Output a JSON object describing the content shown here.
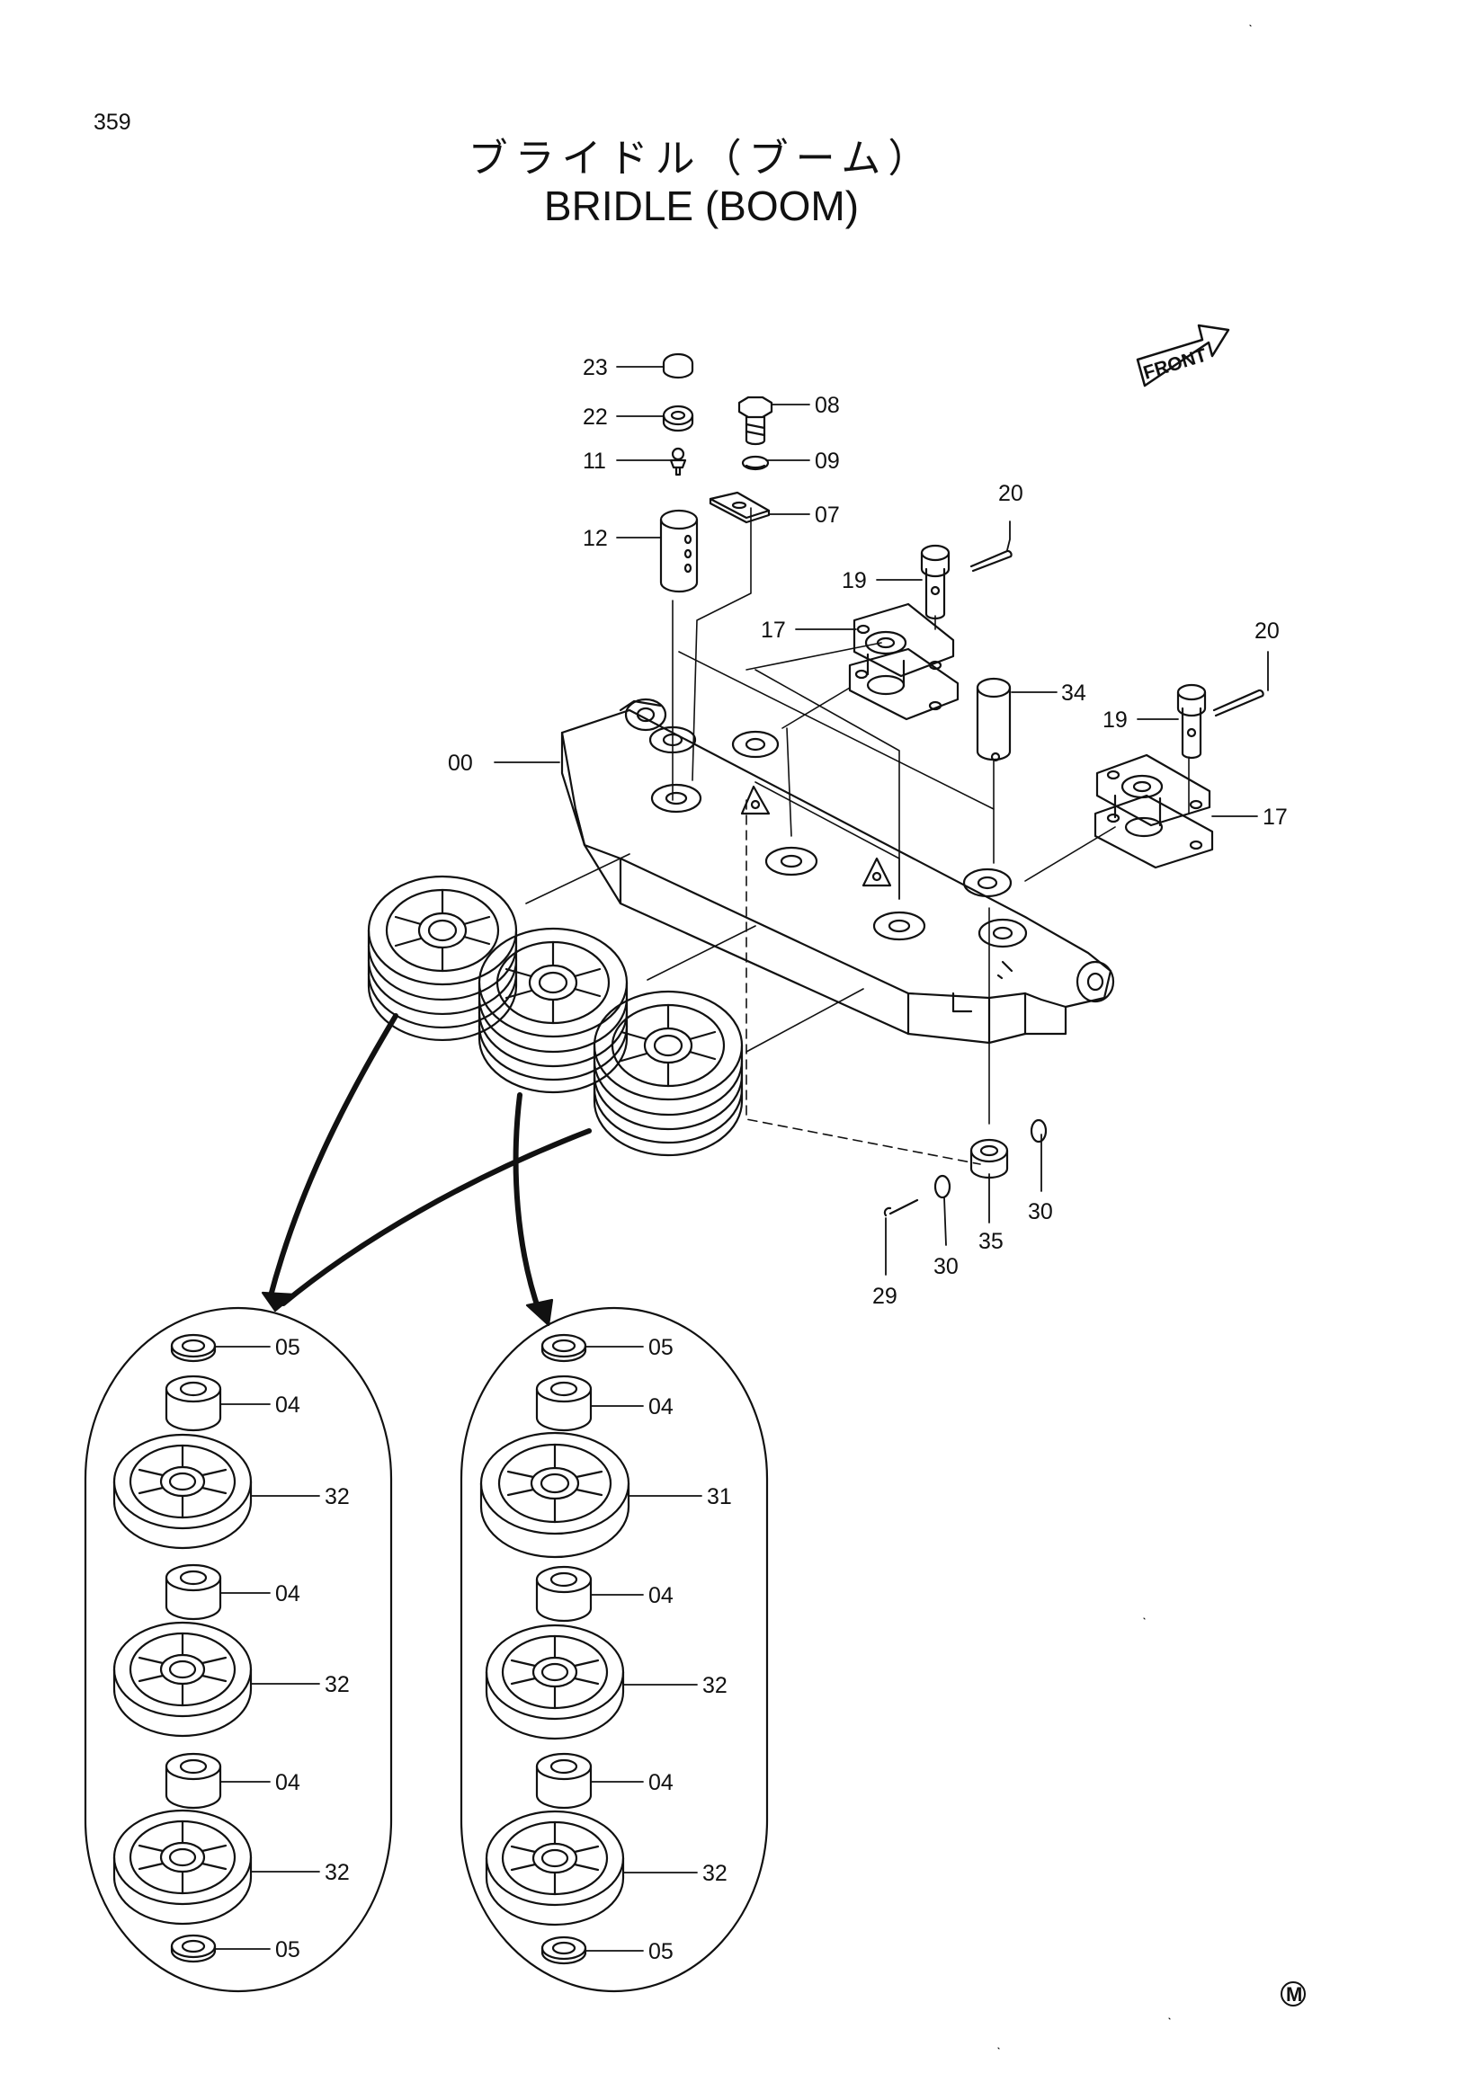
{
  "page": {
    "number": "359",
    "title_jp": "ブライドル（ブーム）",
    "title_en": "BRIDLE (BOOM)",
    "front_label": "FRONT",
    "mark_letter": "M"
  },
  "callouts": [
    {
      "id": "c23",
      "label": "23"
    },
    {
      "id": "c22",
      "label": "22"
    },
    {
      "id": "c11",
      "label": "11"
    },
    {
      "id": "c12",
      "label": "12"
    },
    {
      "id": "c08",
      "label": "08"
    },
    {
      "id": "c09",
      "label": "09"
    },
    {
      "id": "c07",
      "label": "07"
    },
    {
      "id": "c20a",
      "label": "20"
    },
    {
      "id": "c19a",
      "label": "19"
    },
    {
      "id": "c17a",
      "label": "17"
    },
    {
      "id": "c34",
      "label": "34"
    },
    {
      "id": "c20b",
      "label": "20"
    },
    {
      "id": "c19b",
      "label": "19"
    },
    {
      "id": "c17b",
      "label": "17"
    },
    {
      "id": "c00",
      "label": "00"
    },
    {
      "id": "c30a",
      "label": "30"
    },
    {
      "id": "c35",
      "label": "35"
    },
    {
      "id": "c30b",
      "label": "30"
    },
    {
      "id": "c29",
      "label": "29"
    },
    {
      "id": "l05a",
      "label": "05"
    },
    {
      "id": "l04a",
      "label": "04"
    },
    {
      "id": "l32a",
      "label": "32"
    },
    {
      "id": "l04b",
      "label": "04"
    },
    {
      "id": "l32b",
      "label": "32"
    },
    {
      "id": "l04c",
      "label": "04"
    },
    {
      "id": "l32c",
      "label": "32"
    },
    {
      "id": "l05b",
      "label": "05"
    },
    {
      "id": "r05a",
      "label": "05"
    },
    {
      "id": "r04a",
      "label": "04"
    },
    {
      "id": "r31",
      "label": "31"
    },
    {
      "id": "r04b",
      "label": "04"
    },
    {
      "id": "r32a",
      "label": "32"
    },
    {
      "id": "r04c",
      "label": "04"
    },
    {
      "id": "r32b",
      "label": "32"
    },
    {
      "id": "r05b",
      "label": "05"
    }
  ]
}
